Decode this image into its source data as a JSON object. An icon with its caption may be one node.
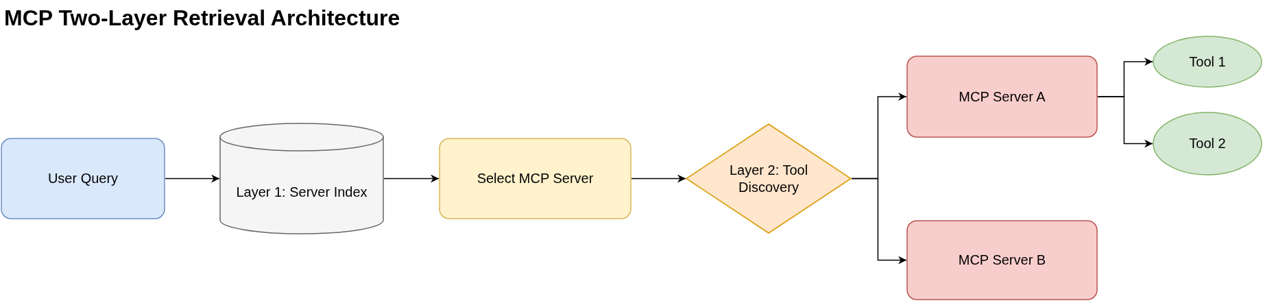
{
  "diagram": {
    "title": "MCP Two-Layer Retrieval Architecture",
    "nodes": [
      {
        "text": [
          "User Query"
        ]
      },
      {
        "text": [
          "Layer 1: Server Index"
        ]
      },
      {
        "text": [
          "Select MCP Server"
        ]
      },
      {
        "text": [
          "Layer 2: Tool Discovery"
        ]
      },
      {
        "text": [
          "MCP Server A"
        ]
      },
      {
        "text": [
          "MCP Server B"
        ]
      },
      {
        "text": [
          "Tool 1"
        ]
      },
      {
        "text": [
          "Tool 2"
        ]
      }
    ],
    "edges": [
      {
        "from": 0,
        "to": 1,
        "arrow": "to"
      },
      {
        "from": 1,
        "to": 2,
        "arrow": "to"
      },
      {
        "from": 2,
        "to": 3,
        "arrow": "to"
      },
      {
        "from": 3,
        "to": 4,
        "arrow": "to"
      },
      {
        "from": 3,
        "to": 5,
        "arrow": "to"
      },
      {
        "from": 4,
        "to": 6,
        "arrow": "to"
      },
      {
        "from": 4,
        "to": 7,
        "arrow": "to"
      }
    ]
  }
}
